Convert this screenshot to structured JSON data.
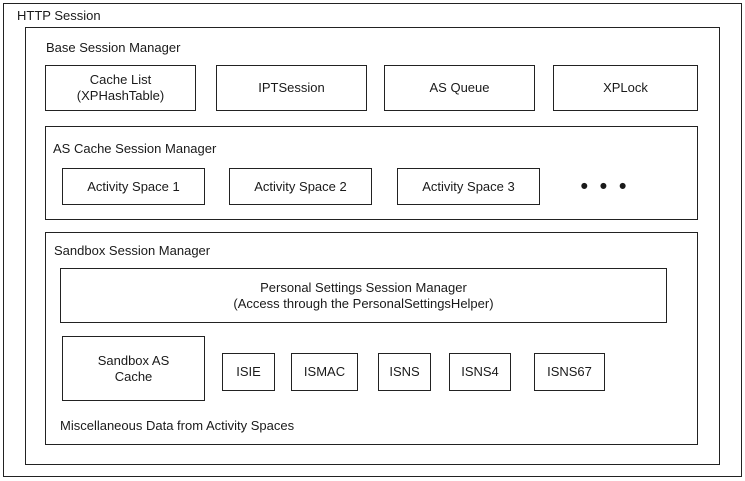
{
  "diagram": {
    "title": "HTTP Session",
    "colors": {
      "stroke": "#222222",
      "background": "#ffffff",
      "text": "#1a1a1a"
    },
    "groups": {
      "base_session_manager": {
        "label": "Base Session Manager",
        "nodes": [
          {
            "name": "cache-list",
            "label": "Cache List\n(XPHashTable)"
          },
          {
            "name": "iptsession",
            "label": "IPTSession"
          },
          {
            "name": "as-queue",
            "label": "AS Queue"
          },
          {
            "name": "xplock",
            "label": "XPLock"
          }
        ]
      },
      "as_cache_session_manager": {
        "label": "AS Cache Session Manager",
        "nodes": [
          {
            "name": "activity-space-1",
            "label": "Activity Space 1"
          },
          {
            "name": "activity-space-2",
            "label": "Activity Space 2"
          },
          {
            "name": "activity-space-3",
            "label": "Activity Space 3"
          }
        ],
        "ellipsis": "• • •"
      },
      "sandbox_session_manager": {
        "label": "Sandbox Session Manager",
        "personal_settings": {
          "name": "personal-settings-session-manager",
          "label": "Personal Settings Session Manager\n(Access through the PersonalSettingsHelper)"
        },
        "sandbox_as_cache": {
          "name": "sandbox-as-cache",
          "label": "Sandbox AS\nCache"
        },
        "interface_nodes": [
          {
            "name": "isie",
            "label": "ISIE"
          },
          {
            "name": "ismac",
            "label": "ISMAC"
          },
          {
            "name": "isns",
            "label": "ISNS"
          },
          {
            "name": "isns4",
            "label": "ISNS4"
          },
          {
            "name": "isns67",
            "label": "ISNS67"
          }
        ],
        "footer_label": "Miscellaneous Data from Activity Spaces"
      }
    }
  }
}
